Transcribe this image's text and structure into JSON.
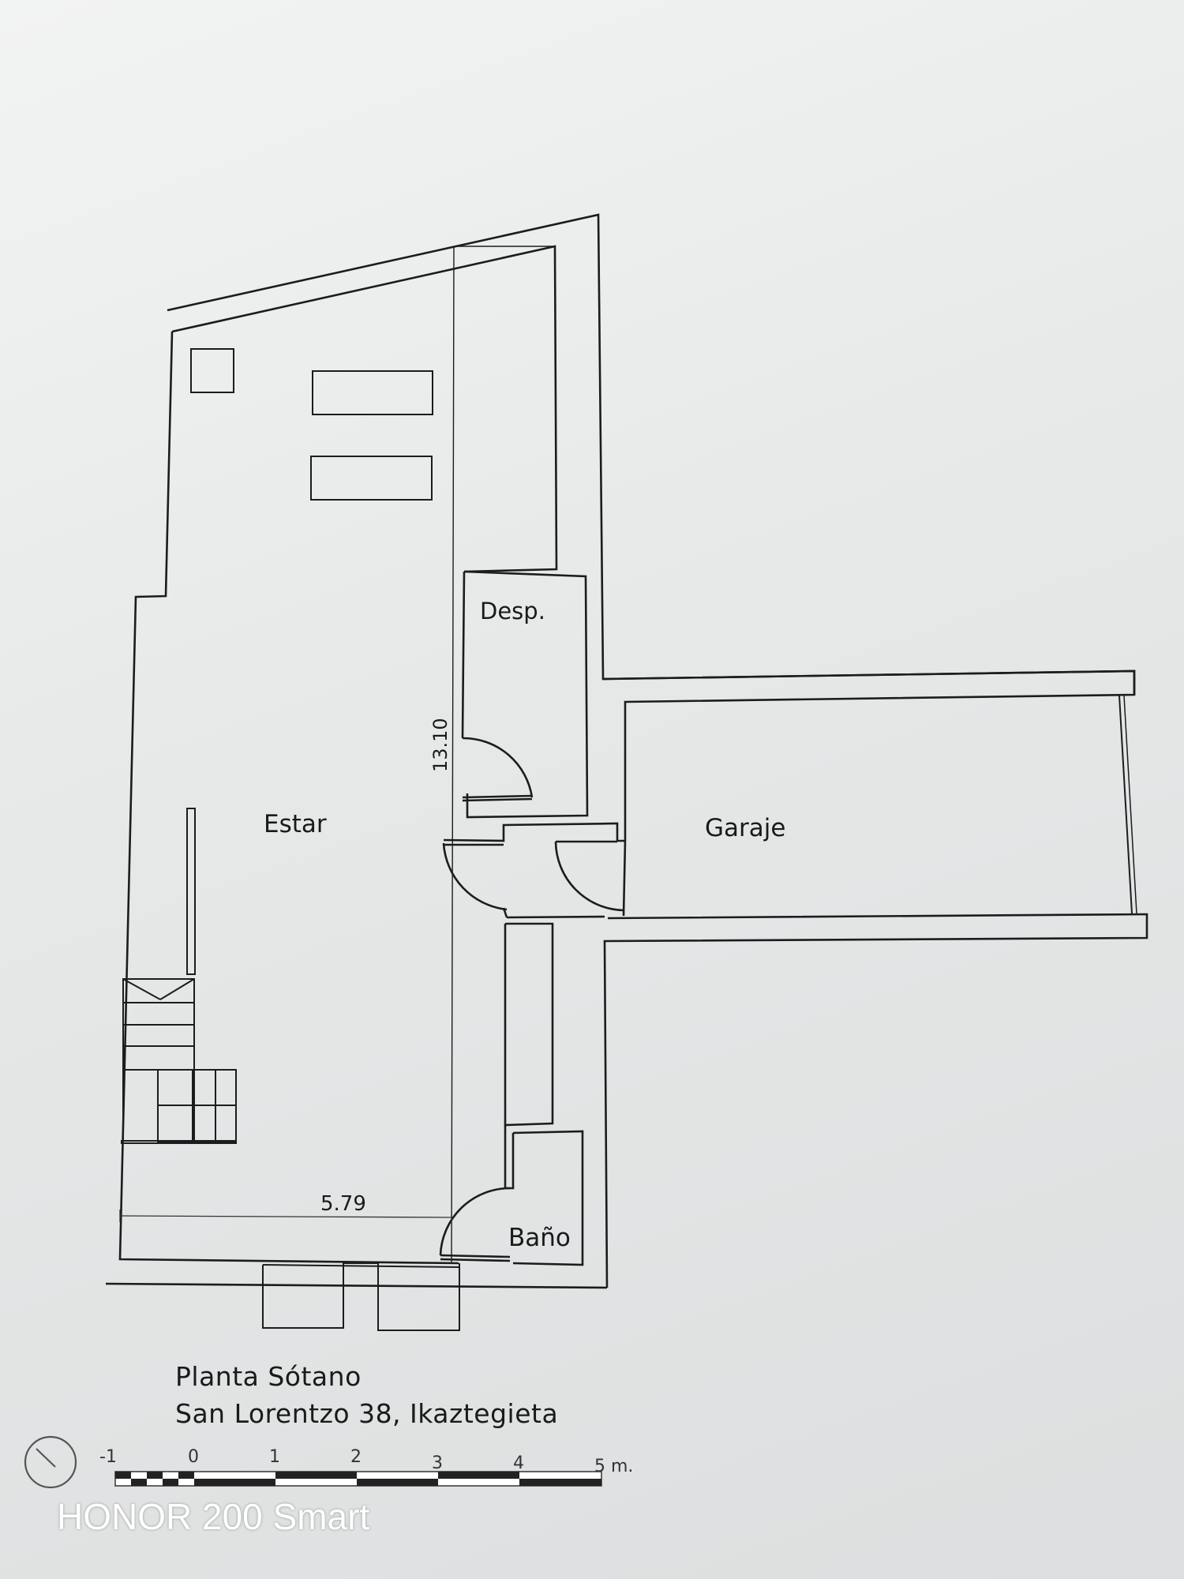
{
  "rooms": {
    "estar": "Estar",
    "desp": "Desp.",
    "garaje": "Garaje",
    "bano": "Baño"
  },
  "dimensions": {
    "height": "13.10",
    "width": "5.79"
  },
  "caption": {
    "title": "Planta Sótano",
    "address": "San Lorentzo 38, Ikaztegieta"
  },
  "scale_bar": {
    "labels": [
      "-1",
      "0",
      "1",
      "2",
      "3",
      "4",
      "5 m."
    ]
  },
  "watermark": "HONOR 200 Smart",
  "colors": {
    "paper": "#e6e8e8",
    "ink": "#1a1a1a"
  }
}
